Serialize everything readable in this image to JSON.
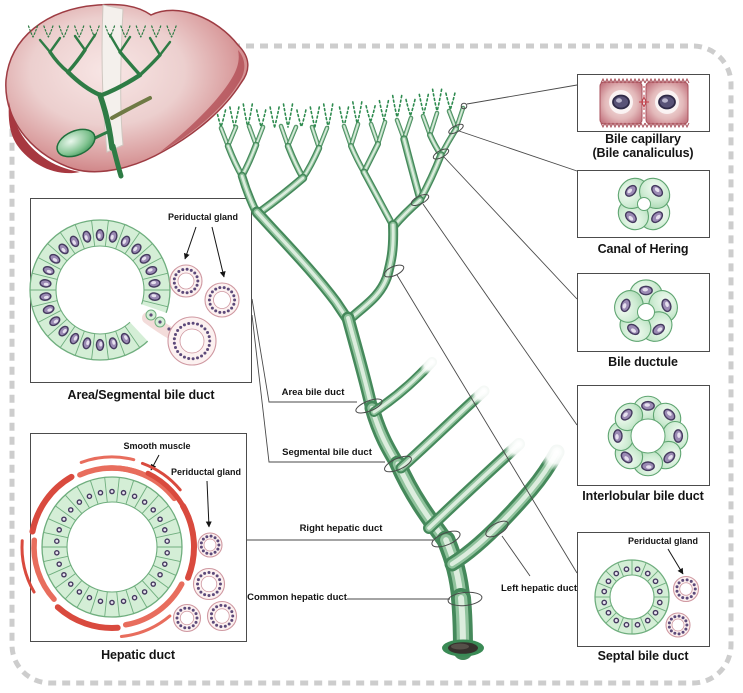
{
  "right_panel": {
    "items": [
      {
        "caption_line1": "Bile capillary",
        "caption_line2": "(Bile canaliculus)"
      },
      {
        "caption": "Canal of Hering"
      },
      {
        "caption": "Bile ductule"
      },
      {
        "caption": "Interlobular bile duct"
      },
      {
        "caption": "Septal bile duct",
        "annotation": "Periductal gland"
      }
    ]
  },
  "left_panel": {
    "area_box": {
      "caption": "Area/Segmental bile duct",
      "annotation": "Periductal gland"
    },
    "hepatic_box": {
      "caption": "Hepatic duct",
      "annotation_muscle": "Smooth muscle",
      "annotation_gland": "Periductal gland"
    }
  },
  "duct_labels": {
    "area": "Area bile duct",
    "segmental": "Segmental bile duct",
    "right_hepatic": "Right hepatic duct",
    "common_hepatic": "Common hepatic duct",
    "left_hepatic": "Left hepatic duct"
  },
  "colors": {
    "duct_green_edge": "#45895b",
    "duct_green_mid": "#8fc29c",
    "duct_green_light": "#dcedde",
    "canaliculus_green": "#2e8b4f",
    "cell_green": "#d4eed6",
    "cell_border_green": "#6fae7e",
    "nucleus_purple": "#453a5f",
    "nucleus_fill": "#9b8ab4",
    "muscle_red": "#df5649",
    "gland_pink": "#cf98a1",
    "liver_red": "#c25b60",
    "border_gray": "#cdcdcd",
    "line_dark": "#4a4a4a"
  }
}
